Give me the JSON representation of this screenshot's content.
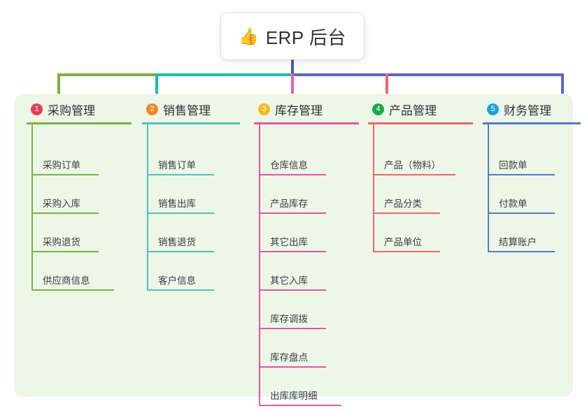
{
  "root": {
    "icon": "thumbs-up-icon",
    "icon_glyph": "👍",
    "title": "ERP 后台"
  },
  "theme": {
    "page_background": "#ffffff",
    "panel_background": "#edf7e7",
    "trunk_color": "#4558c9",
    "bus_colors": [
      "#79b03f",
      "#14c2a8",
      "#5b63d3"
    ],
    "text_color": "#3a3c44"
  },
  "columns": [
    {
      "number": "1",
      "title": "采购管理",
      "badge_color": "#ec3c52",
      "line_color": "#7cb342",
      "items": [
        {
          "label": "采购订单"
        },
        {
          "label": "采购入库"
        },
        {
          "label": "采购退货"
        },
        {
          "label": "供应商信息"
        }
      ]
    },
    {
      "number": "2",
      "title": "销售管理",
      "badge_color": "#f4851f",
      "line_color": "#4dc3b4",
      "items": [
        {
          "label": "销售订单"
        },
        {
          "label": "销售出库"
        },
        {
          "label": "销售退货"
        },
        {
          "label": "客户信息"
        }
      ]
    },
    {
      "number": "3",
      "title": "库存管理",
      "badge_color": "#f5b921",
      "line_color": "#e8559f",
      "items": [
        {
          "label": "仓库信息"
        },
        {
          "label": "产品库存"
        },
        {
          "label": "其它出库"
        },
        {
          "label": "其它入库"
        },
        {
          "label": "库存调拨"
        },
        {
          "label": "库存盘点"
        },
        {
          "label": "出库库明细"
        }
      ]
    },
    {
      "number": "4",
      "title": "产品管理",
      "badge_color": "#17ab4b",
      "line_color": "#f1646e",
      "items": [
        {
          "label": "产品（物料）"
        },
        {
          "label": "产品分类"
        },
        {
          "label": "产品单位"
        }
      ]
    },
    {
      "number": "5",
      "title": "财务管理",
      "badge_color": "#1aa4e0",
      "line_color": "#5878c8",
      "items": [
        {
          "label": "回款单"
        },
        {
          "label": "付款单"
        },
        {
          "label": "结算账户"
        }
      ]
    }
  ]
}
